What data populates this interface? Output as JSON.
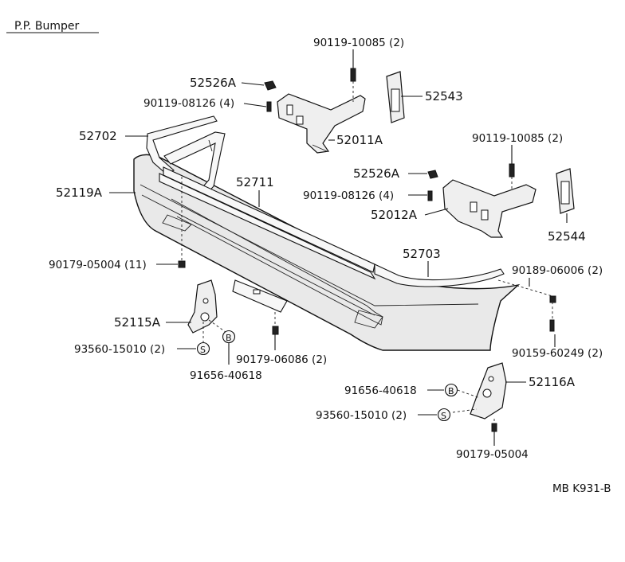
{
  "title": "P.P. Bumper",
  "diagram_code": "MB K931-B",
  "parts": {
    "p52526A_1": "52526A",
    "p90119_08126_1": "90119-08126 (4)",
    "p90119_10085_1": "90119-10085 (2)",
    "p52543": "52543",
    "p52011A": "52011A",
    "p52702": "52702",
    "p52119A": "52119A",
    "p52711": "52711",
    "p90119_10085_2": "90119-10085 (2)",
    "p52526A_2": "52526A",
    "p90119_08126_2": "90119-08126 (4)",
    "p52012A": "52012A",
    "p52544": "52544",
    "p90179_05004_11": "90179-05004 (11)",
    "p52703": "52703",
    "p90189_06006": "90189-06006 (2)",
    "p52115A": "52115A",
    "p93560_15010_1": "93560-15010 (2)",
    "p91656_40618_1": "91656-40618",
    "p90179_06086": "90179-06086 (2)",
    "p90159_60249": "90159-60249 (2)",
    "p91656_40618_2": "91656-40618",
    "p52116A": "52116A",
    "p93560_15010_2": "93560-15010 (2)",
    "p90179_05004": "90179-05004"
  },
  "markers": {
    "s": "S",
    "b": "B"
  }
}
